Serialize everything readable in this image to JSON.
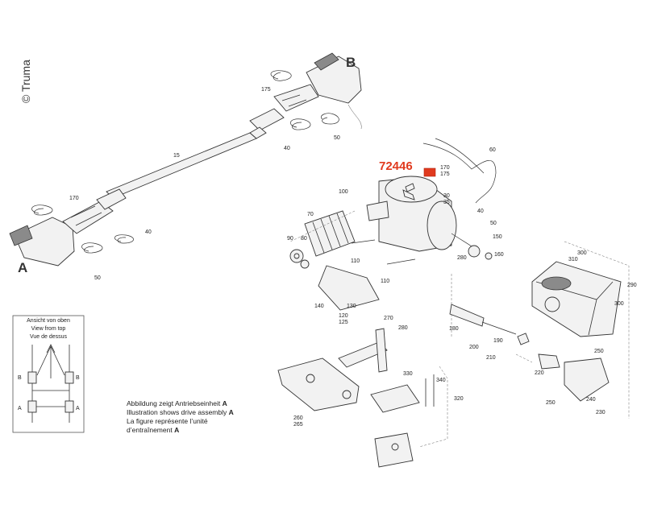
{
  "copyright": "© Truma",
  "assembly_labels": {
    "a": "A",
    "b": "B"
  },
  "highlight": {
    "number": "72446",
    "color": "#e03a1e"
  },
  "inset": {
    "lines": [
      "Ansicht von oben",
      "View from top",
      "Vue de dessus"
    ],
    "labels": {
      "b_left": "B",
      "b_right": "B",
      "a_left": "A",
      "a_right": "A"
    }
  },
  "caption": {
    "lines": [
      {
        "text": "Abbildung zeigt Antriebseinheit ",
        "bold": "A"
      },
      {
        "text": "Illustration shows drive assembly ",
        "bold": "A"
      },
      {
        "text": "La figure représente l’unité",
        "bold": ""
      },
      {
        "text": "d’entraînement ",
        "bold": "A"
      }
    ]
  },
  "part_numbers": [
    "175",
    "40",
    "50",
    "15",
    "170",
    "40",
    "50",
    "60",
    "170",
    "175",
    "100",
    "30",
    "35",
    "40",
    "50",
    "70",
    "90",
    "80",
    "150",
    "280",
    "160",
    "110",
    "110",
    "140",
    "130",
    "120",
    "125",
    "300",
    "310",
    "290",
    "300",
    "180",
    "200",
    "190",
    "210",
    "250",
    "220",
    "250",
    "240",
    "230",
    "270",
    "280",
    "260",
    "265",
    "330",
    "340",
    "320"
  ]
}
